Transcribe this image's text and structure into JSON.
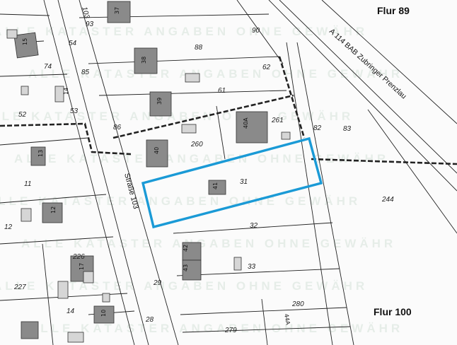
{
  "map": {
    "flur_top": "Flur 89",
    "flur_bottom": "Flur 100",
    "road_motorway": "A 114 BAB Zubringer Prenzlau",
    "road_street": "Straße 103",
    "highlight_color": "#1a9ad6",
    "watermark": "ALLE KATASTER ANGABEN OHNE GEWÄHR",
    "parcels": [
      "103",
      "93",
      "54",
      "74",
      "85",
      "52",
      "53",
      "90",
      "88",
      "62",
      "61",
      "86",
      "261",
      "82",
      "83",
      "260",
      "31",
      "244",
      "11",
      "12",
      "32",
      "226",
      "227",
      "33",
      "14",
      "29",
      "280",
      "28",
      "279"
    ],
    "building_numbers": [
      "37",
      "15",
      "38",
      "14",
      "39",
      "40A",
      "40",
      "13",
      "41",
      "12",
      "42",
      "43",
      "17",
      "10"
    ],
    "house_44a": "44A"
  }
}
